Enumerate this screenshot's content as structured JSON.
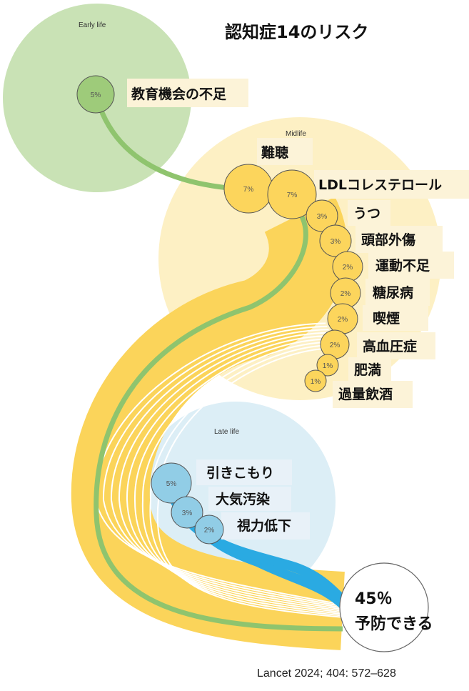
{
  "title": "認知症14のリスク",
  "stages": {
    "early": "Early life",
    "mid": "Midlife",
    "late": "Late life"
  },
  "risks": {
    "early": [
      {
        "label": "教育機会の不足",
        "pct": "5%"
      }
    ],
    "mid": [
      {
        "label": "難聴",
        "pct": "7%"
      },
      {
        "label": "LDLコレステロール",
        "pct": "7%"
      },
      {
        "label": "うつ",
        "pct": "3%"
      },
      {
        "label": "頭部外傷",
        "pct": "3%"
      },
      {
        "label": "運動不足",
        "pct": "2%"
      },
      {
        "label": "糖尿病",
        "pct": "2%"
      },
      {
        "label": "喫煙",
        "pct": "2%"
      },
      {
        "label": "高血圧症",
        "pct": "2%"
      },
      {
        "label": "肥満",
        "pct": "1%"
      },
      {
        "label": "過量飲酒",
        "pct": "1%"
      }
    ],
    "late": [
      {
        "label": "引きこもり",
        "pct": "5%"
      },
      {
        "label": "大気汚染",
        "pct": "3%"
      },
      {
        "label": "視力低下",
        "pct": "2%"
      }
    ]
  },
  "result": {
    "value": "45％",
    "text": "予防できる"
  },
  "citation": "Lancet 2024; 404: 572–628",
  "colors": {
    "early": "#c9e2b5",
    "early_node": "#9ecb7a",
    "mid": "#fdf0c4",
    "mid_node": "#fcd55c",
    "late": "#dceef6",
    "late_node": "#91cde6",
    "flow_yellow": "#fbd45a",
    "flow_blue": "#2aaae2",
    "flow_green": "#8fc46e",
    "label_bg": "#fcf3d8",
    "label_bg_late": "#e8f1f8"
  }
}
